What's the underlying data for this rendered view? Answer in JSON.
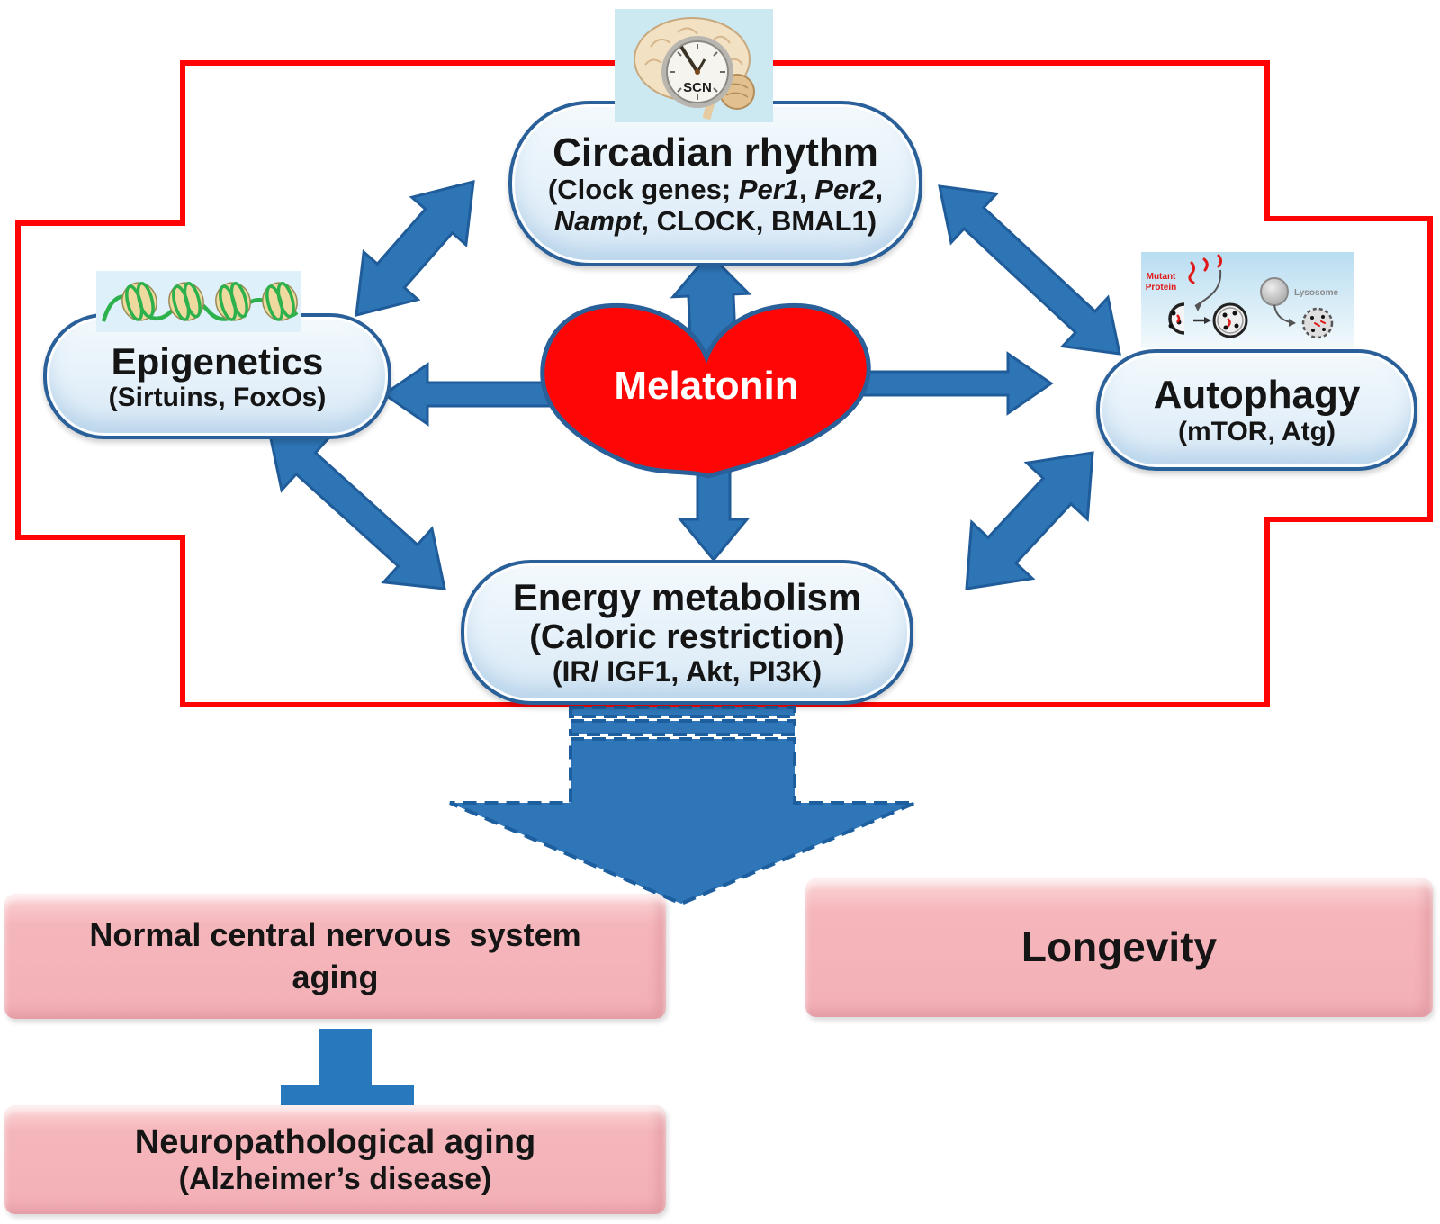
{
  "colors": {
    "red_outline": "#FF0000",
    "arrow_fill": "#2E75B6",
    "arrow_stroke": "#1F5C99",
    "heart_fill": "#FE0606",
    "node_border": "#2A6099",
    "node_fill": "#E6F1FA",
    "outcome_pink": "#F5B5BA"
  },
  "nodes": {
    "circadian": {
      "title": "Circadian rhythm",
      "sub1_pre": "(Clock genes; ",
      "sub1_gene1": "Per1",
      "sub1_sep": ", ",
      "sub1_gene2": "Per2",
      "sub1_end": ",",
      "sub2_gene": "Nampt",
      "sub2_end": ", CLOCK, BMAL1)"
    },
    "epigenetics": {
      "title": "Epigenetics",
      "subtitle": "(Sirtuins, FoxOs)"
    },
    "autophagy": {
      "title": "Autophagy",
      "subtitle": "(mTOR, Atg)"
    },
    "energy": {
      "title": "Energy metabolism",
      "subtitle": "(Caloric restriction)",
      "genes": "(IR/ IGF1, Akt, PI3K)"
    },
    "melatonin": {
      "label": "Melatonin"
    }
  },
  "illustrations": {
    "brain": {
      "clock_label": "SCN"
    },
    "autophagy_process": {
      "mutant_line1": "Mutant",
      "mutant_line2": "Protein",
      "lysosome_label": "Lysosome"
    }
  },
  "outcomes": {
    "cns_aging": {
      "line1": "Normal central nervous  system",
      "line2": "aging"
    },
    "longevity": {
      "label": "Longevity"
    },
    "neuropathological": {
      "line1": "Neuropathological aging",
      "line2": "(Alzheimer’s disease)"
    }
  }
}
